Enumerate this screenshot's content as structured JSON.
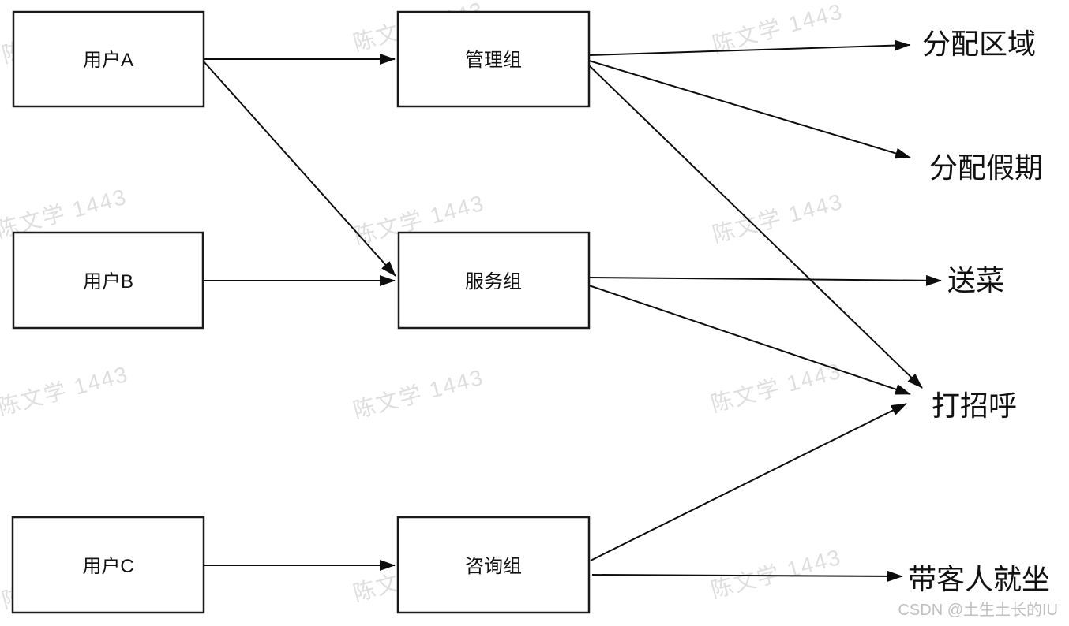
{
  "diagram": {
    "nodes": {
      "user_a": {
        "label": "用户A"
      },
      "user_b": {
        "label": "用户B"
      },
      "user_c": {
        "label": "用户C"
      },
      "mgmt": {
        "label": "管理组"
      },
      "service": {
        "label": "服务组"
      },
      "consult": {
        "label": "咨询组"
      }
    },
    "outputs": {
      "assign_area": {
        "label": "分配区域"
      },
      "assign_holiday": {
        "label": "分配假期"
      },
      "serve_food": {
        "label": "送菜"
      },
      "greet": {
        "label": "打招呼"
      },
      "seat_guests": {
        "label": "带客人就坐"
      }
    },
    "edges": [
      {
        "from": "用户A",
        "to": "管理组"
      },
      {
        "from": "用户A",
        "to": "服务组"
      },
      {
        "from": "用户B",
        "to": "服务组"
      },
      {
        "from": "用户C",
        "to": "咨询组"
      },
      {
        "from": "管理组",
        "to": "分配区域"
      },
      {
        "from": "管理组",
        "to": "分配假期"
      },
      {
        "from": "管理组",
        "to": "打招呼"
      },
      {
        "from": "服务组",
        "to": "送菜"
      },
      {
        "from": "服务组",
        "to": "打招呼"
      },
      {
        "from": "咨询组",
        "to": "打招呼"
      },
      {
        "from": "咨询组",
        "to": "带客人就坐"
      }
    ]
  },
  "watermark": {
    "text": "陈文学 1443",
    "color": "#dcdcdc"
  },
  "credit": {
    "text": "CSDN @土生土长的IU",
    "color": "#bfbfbf"
  },
  "colors": {
    "line": "#0d0d0d",
    "box_border": "#1a1a1a",
    "text": "#111111",
    "background": "#ffffff"
  }
}
